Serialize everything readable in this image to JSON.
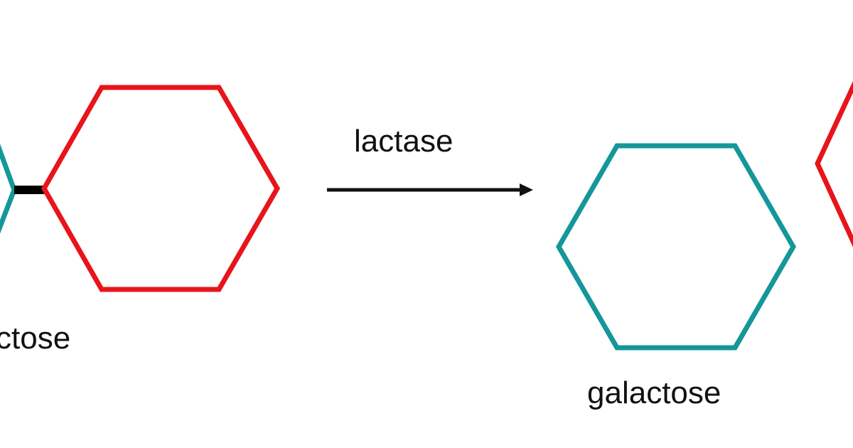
{
  "labels": {
    "lactose_partial": "ctose",
    "enzyme": "lactase",
    "product_galactose": "galactose"
  },
  "colors": {
    "galactose_ring": "#14979a",
    "glucose_ring": "#e8141b",
    "bond": "#000000",
    "arrow": "#111111",
    "background": "#ffffff"
  }
}
